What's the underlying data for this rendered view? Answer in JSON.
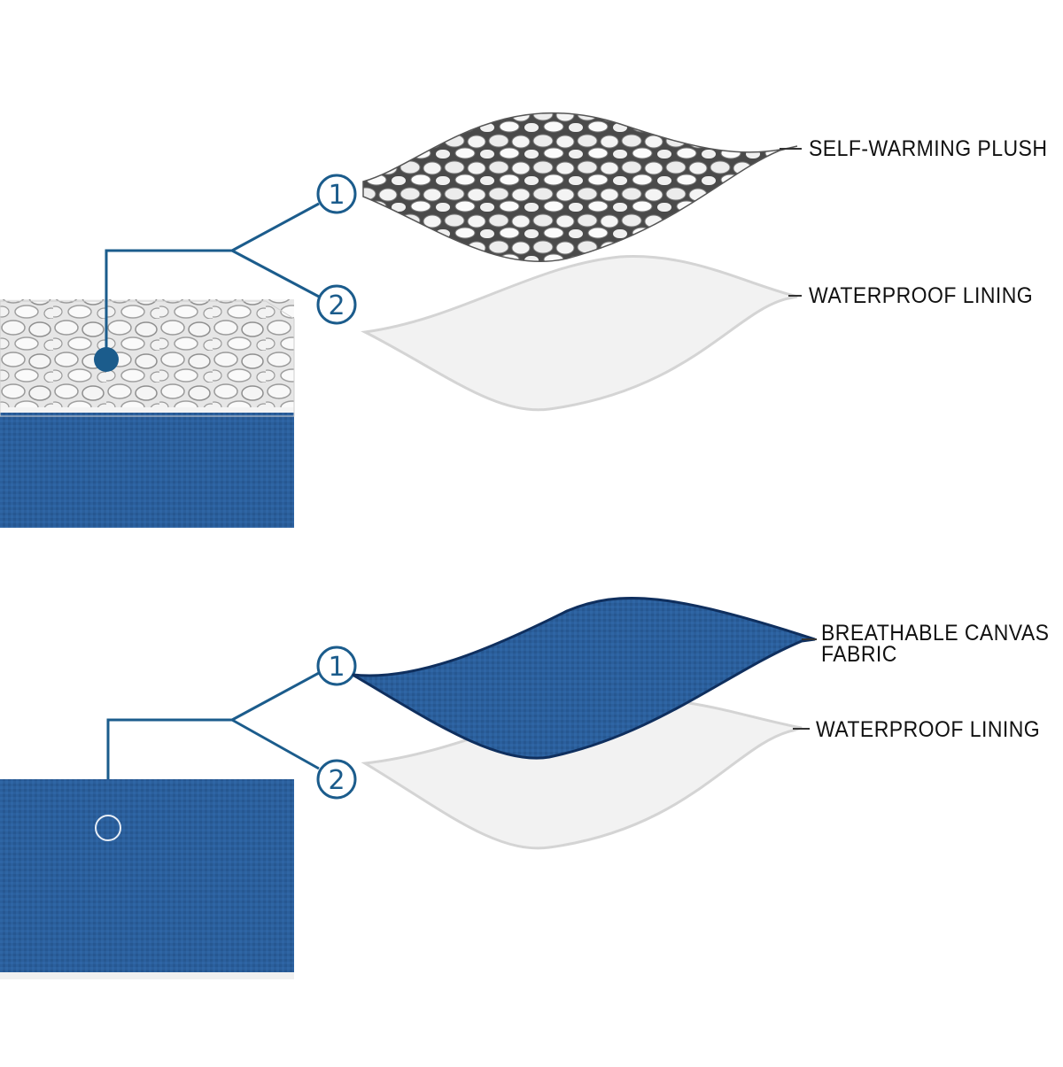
{
  "colors": {
    "connector": "#1b5c8c",
    "canvas_blue": "#2a5d9a",
    "canvas_blue_dark": "#1f4c85",
    "lining": "#f1f1f1",
    "lining_edge": "#dedede",
    "plush": "#e8e8e8"
  },
  "top_diagram": {
    "callouts": [
      {
        "number": "1",
        "label": "SELF-WARMING PLUSH",
        "icon": "plush-layer-icon"
      },
      {
        "number": "2",
        "label": "WATERPROOF LINING",
        "icon": "lining-layer-icon"
      }
    ]
  },
  "bottom_diagram": {
    "callouts": [
      {
        "number": "1",
        "label_line1": "BREATHABLE CANVAS",
        "label_line2": "FABRIC",
        "icon": "canvas-layer-icon"
      },
      {
        "number": "2",
        "label": "WATERPROOF LINING",
        "icon": "lining-layer-icon"
      }
    ]
  }
}
